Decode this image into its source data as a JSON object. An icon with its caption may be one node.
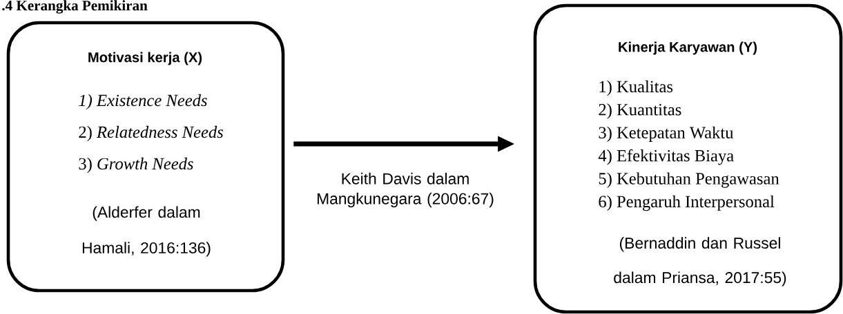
{
  "diagram": {
    "title": ".4 Kerangka Pemikiran",
    "nodes": [
      {
        "text": [
          "Motivasi kerja (X)",
          "*1) Existence Needs*",
          "2) *Relatedness Needs*",
          "3) *Growth Needs*",
          "(Alderfer dalam Hamali, 2016:136)"
        ]
      },
      {
        "text": [
          "Kinerja Karyawan (Y)",
          "1) Kualitas",
          "2) Kuantitas",
          "3) Ketepatan Waktu",
          "4) Efektivitas Biaya",
          "5) Kebutuhan Pengawasan",
          "6) Pengaruh Interpersonal",
          "(Bernaddin dan Russel dalam Priansa, 2017:55)"
        ]
      }
    ],
    "edges": [
      {
        "from": 0,
        "to": 1,
        "arrow": "to",
        "label": "Keith Davis dalam Mangkunegara (2006:67)"
      }
    ]
  }
}
